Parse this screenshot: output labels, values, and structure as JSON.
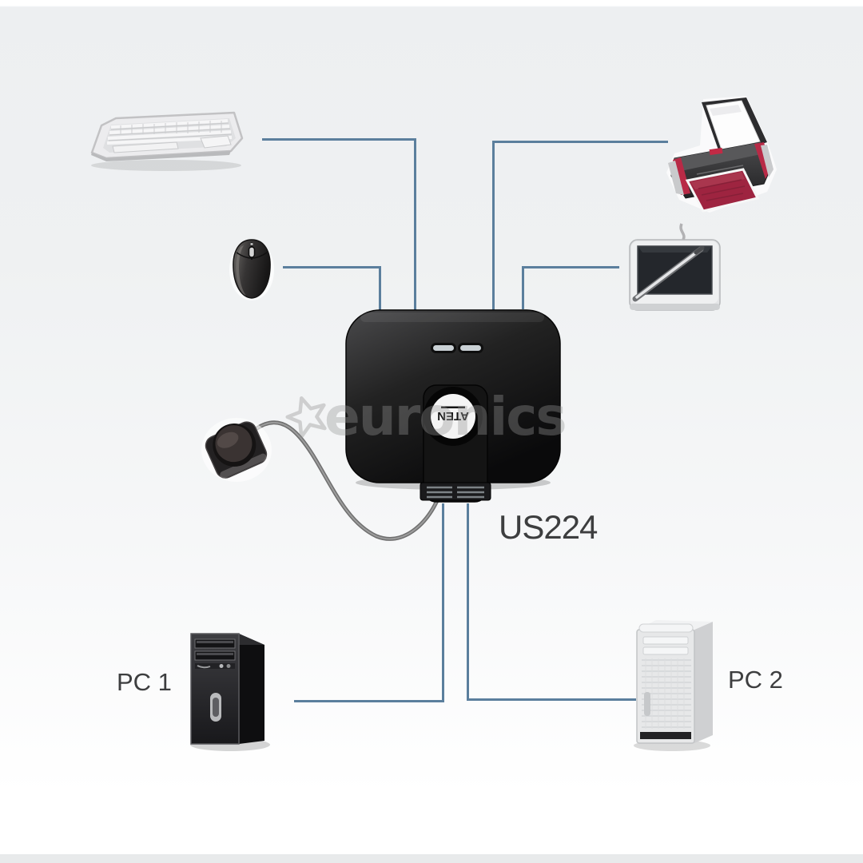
{
  "product": {
    "model": "US224",
    "brand": "ATEN"
  },
  "watermark": {
    "text": "euronics",
    "icon": "star-outline-icon"
  },
  "labels": {
    "pc1": "PC 1",
    "pc2": "PC 2"
  },
  "devices": [
    {
      "id": "keyboard",
      "name": "keyboard"
    },
    {
      "id": "mouse",
      "name": "mouse"
    },
    {
      "id": "printer",
      "name": "printer"
    },
    {
      "id": "graphics-tablet",
      "name": "graphics tablet with pen"
    },
    {
      "id": "remote-port-selector",
      "name": "wired remote port selection button"
    },
    {
      "id": "us224-switch",
      "name": "ATEN US224 USB peripheral sharing switch"
    },
    {
      "id": "pc-1",
      "name": "PC 1 tower computer"
    },
    {
      "id": "pc-2",
      "name": "PC 2 tower computer"
    }
  ],
  "connections": [
    {
      "from": "keyboard",
      "to": "us224-switch"
    },
    {
      "from": "mouse",
      "to": "us224-switch"
    },
    {
      "from": "printer",
      "to": "us224-switch"
    },
    {
      "from": "graphics-tablet",
      "to": "us224-switch"
    },
    {
      "from": "us224-switch",
      "to": "pc-1"
    },
    {
      "from": "us224-switch",
      "to": "pc-2"
    },
    {
      "from": "remote-port-selector",
      "to": "us224-switch",
      "type": "cable"
    }
  ],
  "colors": {
    "connection_line": "#5b7f9d",
    "background_top": "#edeff1",
    "background_bottom": "#ffffff",
    "label_text": "#3d3e3f",
    "watermark_gray": "#969696",
    "switch_body": "#1c1c1c",
    "printer_accent": "#a12741",
    "led": "#c9d0d4"
  }
}
